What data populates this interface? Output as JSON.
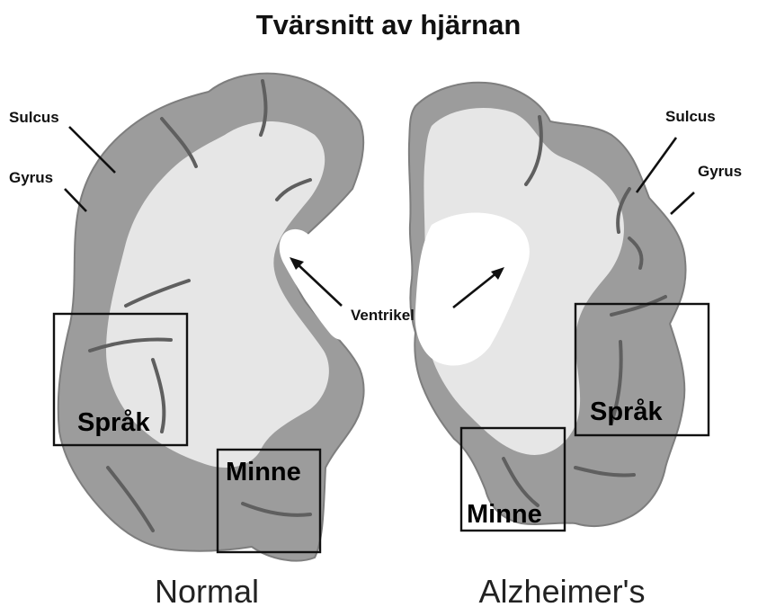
{
  "title": "Tvärsnitt av hjärnan",
  "labels": {
    "normal_sulcus": "Sulcus",
    "normal_gyrus": "Gyrus",
    "ventricle": "Ventrikel",
    "ad_sulcus": "Sulcus",
    "ad_gyrus": "Gyrus"
  },
  "regions": {
    "normal_language": "Språk",
    "normal_memory": "Minne",
    "ad_language": "Språk",
    "ad_memory": "Minne"
  },
  "captions": {
    "normal": "Normal",
    "alzheimers": "Alzheimer's"
  },
  "colors": {
    "grey_matter": "#9c9c9c",
    "white_matter": "#e6e6e6",
    "ventricle": "#ffffff"
  }
}
